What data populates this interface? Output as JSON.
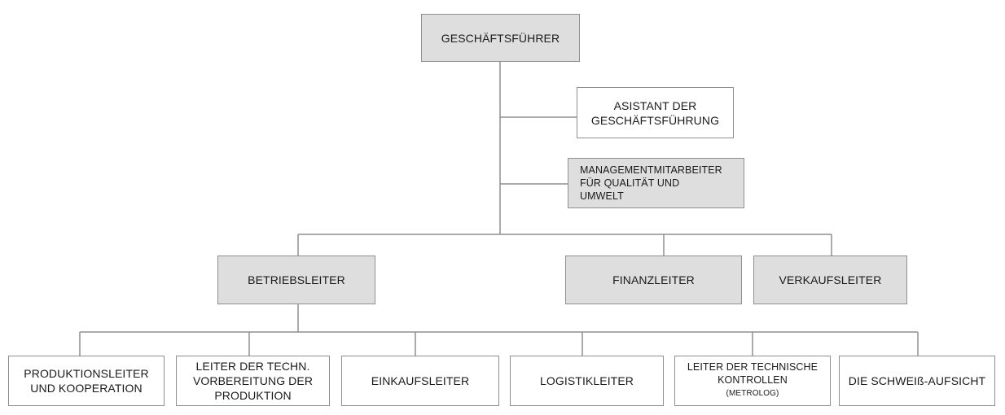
{
  "nodes": {
    "ceo": "GESCHÄFTSFÜHRER",
    "assistant": "ASISTANT DER\nGESCHÄFTSFÜHRUNG",
    "qm": "MANAGEMENTMITARBEITER\nFÜR QUALITÄT UND\nUMWELT",
    "operations": "BETRIEBSLEITER",
    "finance": "FINANZLEITER",
    "sales": "VERKAUFSLEITER",
    "production": "PRODUKTIONSLEITER\nUND KOOPERATION",
    "tech_prep": "LEITER DER TECHN.\nVORBEREITUNG DER\nPRODUKTION",
    "purchasing": "EINKAUFSLEITER",
    "logistics": "LOGISTIKLEITER",
    "tech_control": "LEITER DER  TECHNISCHE\nKONTROLLEN",
    "tech_control_sub": "(METROLOG)",
    "welding": "DIE SCHWEIß-AUFSICHT"
  },
  "colors": {
    "grey_fill": "#dedede",
    "border": "#8f8f8f",
    "line": "#8f8f8f"
  }
}
